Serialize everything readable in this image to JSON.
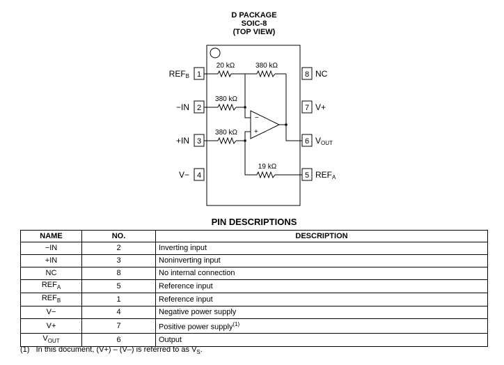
{
  "package": {
    "line1": "D PACKAGE",
    "line2": "SOIC-8",
    "line3": "(TOP VIEW)"
  },
  "pins": {
    "p1": {
      "num": "1",
      "label": "REF",
      "sub": "B"
    },
    "p2": {
      "num": "2",
      "label": "−IN"
    },
    "p3": {
      "num": "3",
      "label": "+IN"
    },
    "p4": {
      "num": "4",
      "label": "V−"
    },
    "p5": {
      "num": "5",
      "label": "REF",
      "sub": "A"
    },
    "p6": {
      "num": "6",
      "label": "V",
      "sub": "OUT"
    },
    "p7": {
      "num": "7",
      "label": "V+"
    },
    "p8": {
      "num": "8",
      "label": "NC"
    }
  },
  "resistors": {
    "r1": "20 kΩ",
    "r2": "380 kΩ",
    "r3": "380 kΩ",
    "r4": "380 kΩ",
    "r5": "19 kΩ"
  },
  "opamp": {
    "minus": "−",
    "plus": "+"
  },
  "table": {
    "title": "PIN DESCRIPTIONS",
    "headers": {
      "name": "NAME",
      "no": "NO.",
      "desc": "DESCRIPTION"
    },
    "rows": [
      {
        "name": "−IN",
        "no": "2",
        "desc": "Inverting input"
      },
      {
        "name": "+IN",
        "no": "3",
        "desc": "Noninverting input"
      },
      {
        "name": "NC",
        "no": "8",
        "desc": "No internal connection"
      },
      {
        "name": "REF",
        "name_sub": "A",
        "no": "5",
        "desc": "Reference input"
      },
      {
        "name": "REF",
        "name_sub": "B",
        "no": "1",
        "desc": "Reference input"
      },
      {
        "name": "V−",
        "no": "4",
        "desc": "Negative power supply"
      },
      {
        "name": "V+",
        "no": "7",
        "desc": "Positive power supply",
        "desc_sup": "(1)"
      },
      {
        "name": "V",
        "name_sub": "OUT",
        "no": "6",
        "desc": "Output"
      }
    ]
  },
  "footnote": {
    "marker": "(1)",
    "text_a": "In this document, (V+) – (V–) is referred to as V",
    "text_sub": "S",
    "text_b": "."
  }
}
